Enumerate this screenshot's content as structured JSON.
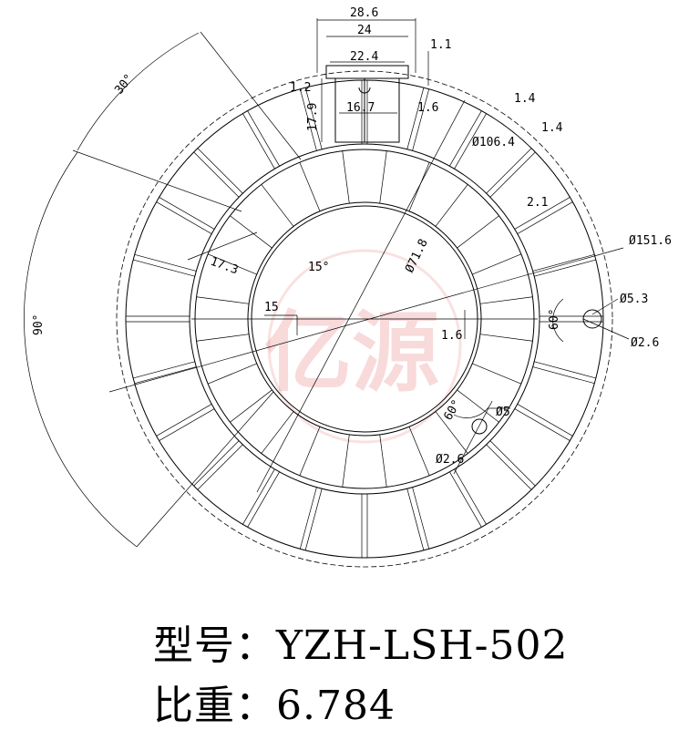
{
  "drawing": {
    "watermark": "亿源",
    "dimensions": {
      "top_width_outer": "28.6",
      "top_width_mid": "24",
      "top_width_inner": "22.4",
      "top_thickness_right": "1.1",
      "top_thickness_left": "1.2",
      "height_left": "17.9",
      "web_width": "16.7",
      "web_thickness": "1.6",
      "fin_thickness_1": "1.4",
      "fin_thickness_2": "1.4",
      "inner_diameter": "Ø106.4",
      "fin_gap": "2.1",
      "outer_diameter": "Ø151.6",
      "core_diameter": "Ø71.8",
      "angle_30": "30°",
      "angle_90": "90°",
      "angle_15": "15°",
      "len_17_3": "17.3",
      "len_15": "15",
      "center_thickness": "1.6",
      "hole_d_5_3": "Ø5.3",
      "angle_60_right": "60°",
      "hole_d_2_6_right": "Ø2.6",
      "angle_60_bottom": "60°",
      "hole_d_5": "Ø5",
      "hole_d_2_6_bottom": "Ø2.6"
    }
  },
  "info": {
    "model_label": "型号：",
    "model_value": "YZH-LSH-502",
    "weight_label": "比重：",
    "weight_value": "6.784"
  }
}
